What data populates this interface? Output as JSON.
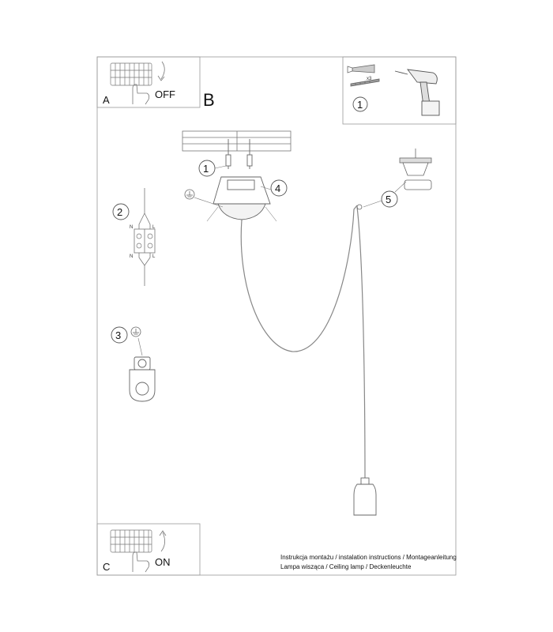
{
  "panel_a": {
    "letter": "A",
    "action": "OFF"
  },
  "panel_b": {
    "letter": "B"
  },
  "panel_c": {
    "letter": "C",
    "action": "ON"
  },
  "tools": {
    "step": "1",
    "quantity": "x3"
  },
  "steps": {
    "s1": "1",
    "s2": "2",
    "s3": "3",
    "s4": "4",
    "s5": "5"
  },
  "terminal": {
    "n_top": "N",
    "l_top": "L",
    "n_bottom": "N",
    "l_bottom": "L"
  },
  "footer": {
    "line1": "Instrukcja montażu / instalation instructions / Montageanleitung",
    "line2": "Lampa wisząca / Ceiling lamp / Deckenleuchte"
  },
  "icons": [
    "fuse-box-icon",
    "hand-icon",
    "arrow-icon",
    "wall-plug-icon",
    "screw-icon",
    "drill-icon",
    "ground-icon",
    "terminal-block-icon",
    "lamp-holder-icon"
  ]
}
